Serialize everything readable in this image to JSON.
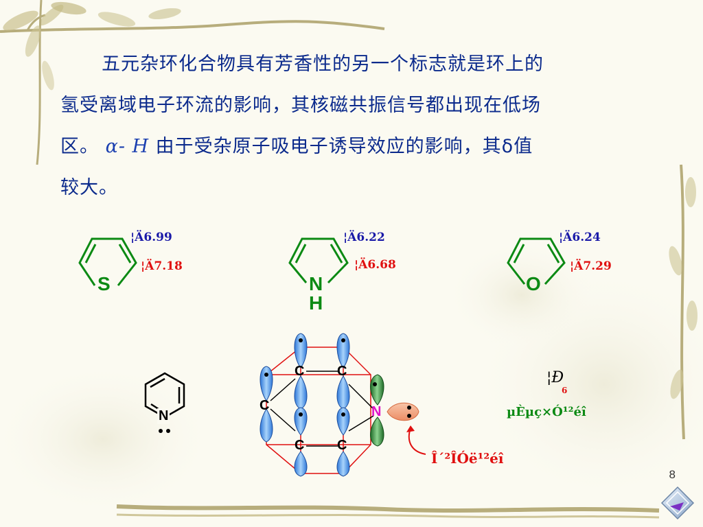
{
  "paragraph": {
    "line1": "五元杂环化合物具有芳香性的另一个标志就是环上的",
    "line2": "氢受离域电子环流的影响，其核磁共振信号都出现在低场",
    "line3a": "区。",
    "alpha": "α- H",
    "line3b": "由于受杂原子吸电子诱导效应的影响，其δ值",
    "line4": "较大。"
  },
  "heterocycles": {
    "thiophene": {
      "atom": "S",
      "beta_shift": "¦Ä6.99",
      "alpha_shift": "¦Ä7.18"
    },
    "pyrrole": {
      "atom_n": "N",
      "atom_h": "H",
      "beta_shift": "¦Ä6.22",
      "alpha_shift": "¦Ä6.68"
    },
    "furan": {
      "atom": "O",
      "beta_shift": "¦Ä6.24",
      "alpha_shift": "¦Ä7.29"
    }
  },
  "pyridine": {
    "atom": "N"
  },
  "orbital_diagram": {
    "carbon_label": "C",
    "nitrogen_label": "N",
    "pi_label_main": "¦Ð",
    "pi_label_sub": "6",
    "pi_caption": "µÈµç×Ó¹²éî",
    "lone_pair_caption": "Î´²ÎÓë¹²éî"
  },
  "colors": {
    "text_blue": "#0b2a8c",
    "shift_blue": "#1a1aa8",
    "shift_red": "#e01010",
    "hetero_green": "#0c8a14",
    "orbital_blue": "#5aa6ee",
    "orbital_green": "#2f8a3a",
    "lone_pair": "#f3a585",
    "nitrogen_magenta": "#e012c8"
  },
  "page_number": "8",
  "nav": {
    "icon": "next-arrow-icon"
  }
}
